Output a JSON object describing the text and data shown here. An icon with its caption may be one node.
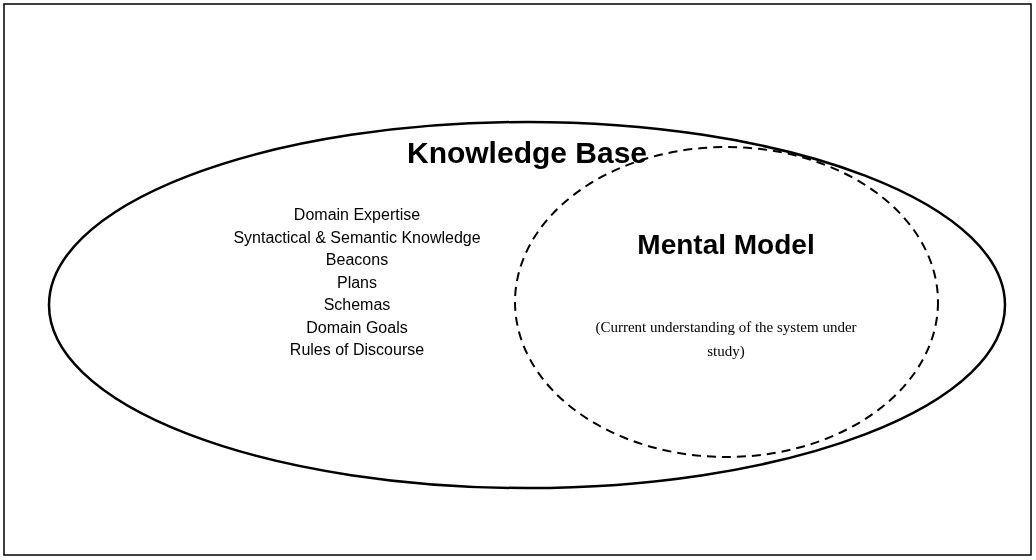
{
  "diagram": {
    "nodes": [
      {
        "text": [
          "Knowledge Base",
          "Domain Expertise",
          "Syntactical & Semantic Knowledge",
          "Beacons",
          "Plans",
          "Schemas",
          "Domain Goals",
          "Rules of Discourse"
        ]
      },
      {
        "text": [
          "Mental Model",
          "(Current understanding of the system under study)"
        ],
        "in": 0
      }
    ],
    "edges": []
  }
}
